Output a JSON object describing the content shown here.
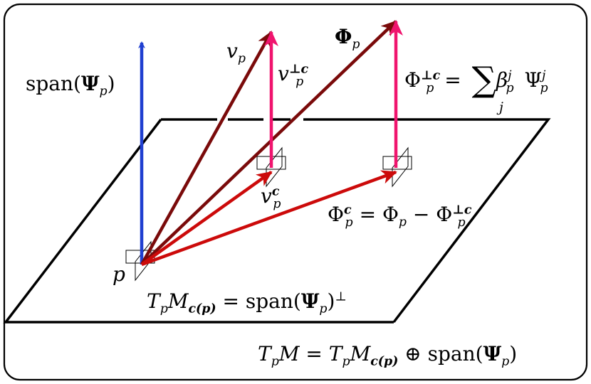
{
  "frame": {
    "stroke": "#000000"
  },
  "colors": {
    "span_vector": "#1f3fd0",
    "dark_vector": "#7a0a0a",
    "red_vector": "#cc0a0a",
    "pink_vector": "#f0146e",
    "plane_edge": "#000000"
  },
  "labels": {
    "span_psi": {
      "pre": "span(",
      "sym": "Ψ",
      "sub": "p",
      "post": ")"
    },
    "v_p": {
      "base": "v",
      "sub": "p"
    },
    "v_p_perp": {
      "base": "v",
      "sup": "⊥c",
      "sub": "p"
    },
    "phi_p": {
      "base": "Φ",
      "sub": "p"
    },
    "phi_perp_eq": {
      "lhs_base": "Φ",
      "lhs_sup": "⊥c",
      "lhs_sub": "p",
      "eq": "=",
      "sum": "∑",
      "sum_index": "j",
      "beta": "β",
      "beta_sup": "j",
      "beta_sub": "p",
      "psi": "Ψ",
      "psi_sup": "j",
      "psi_sub": "p"
    },
    "v_p_c": {
      "base": "v",
      "sup": "c",
      "sub": "p"
    },
    "phi_c_eq": {
      "lhs_base": "Φ",
      "lhs_sup": "c",
      "lhs_sub": "p",
      "rhs": "= Φ",
      "rhs_sub": "p",
      "minus": " − Φ",
      "m_sup": "⊥c",
      "m_sub": "p"
    },
    "point_p": "p",
    "tangent_eq": {
      "T": "T",
      "Tsub": "p",
      "M": "M",
      "Msub": "c(p)",
      "eq": " = span(",
      "sym": "Ψ",
      "sub": "p",
      "post": ")",
      "sup": "⊥"
    },
    "decomp_eq": {
      "T": "T",
      "Tsub": "p",
      "M": "M",
      "eq1": " = ",
      "T2": "T",
      "T2sub": "p",
      "M2": "M",
      "M2sub": "c(p)",
      "oplus": " ⊕ span(",
      "sym": "Ψ",
      "sub": "p",
      "post": ")"
    }
  }
}
